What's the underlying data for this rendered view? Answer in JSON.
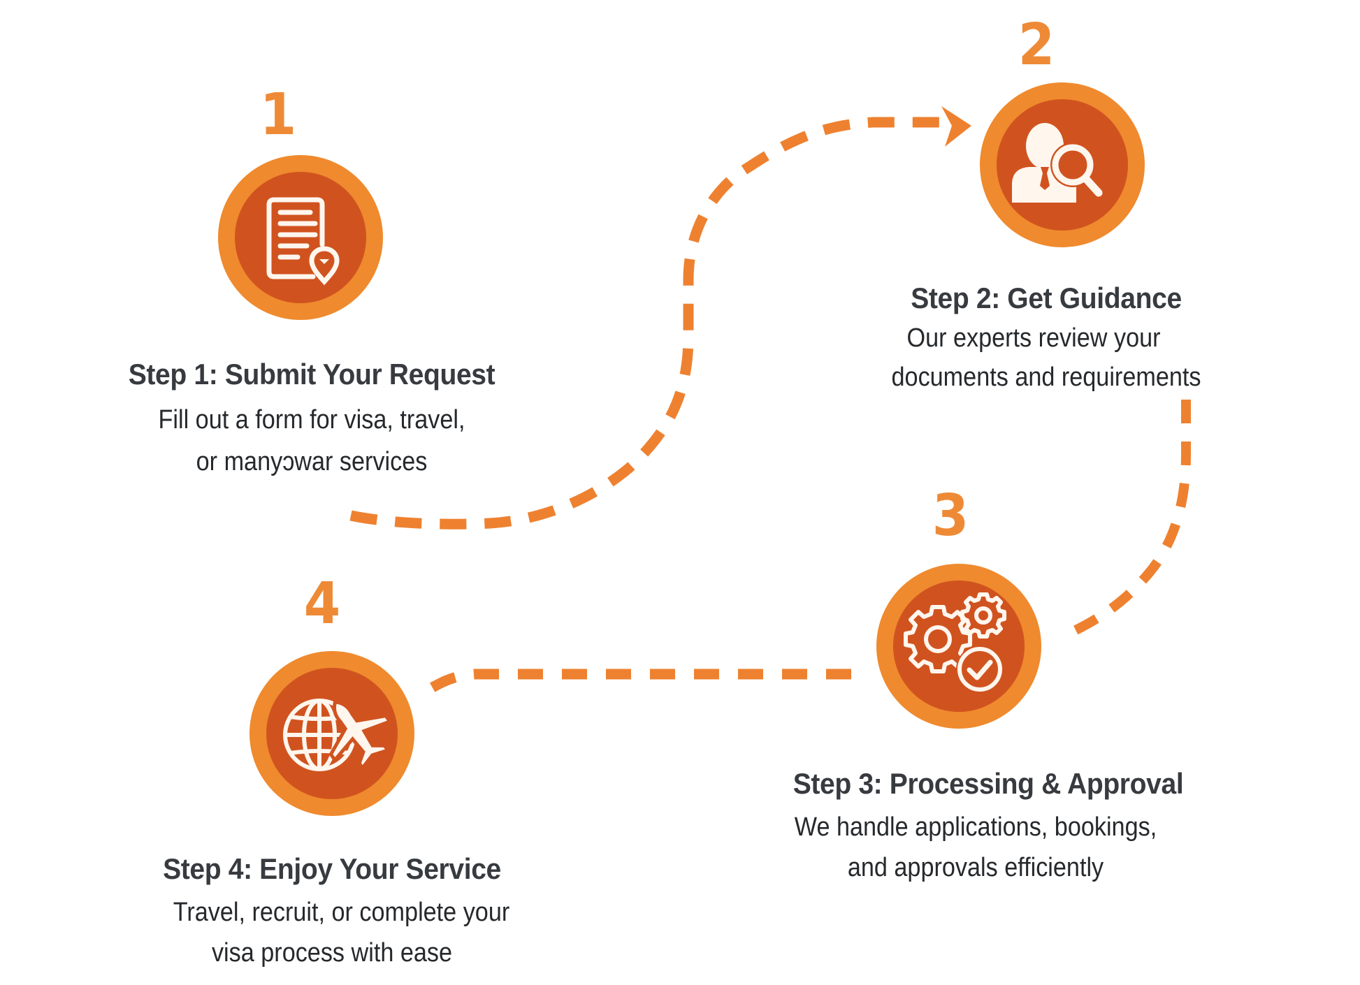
{
  "theme": {
    "accent": "#EF8A2E",
    "accent_dark": "#D0531F",
    "path_color": "#EE8130",
    "icon_color": "#FFF6EE",
    "title_color": "#373B3F",
    "text_color": "#26292C"
  },
  "steps": [
    {
      "number": "1",
      "icon": "document-form-icon",
      "title": "Step 1: Submit Your Request",
      "description": [
        "Fill out a form for visa, travel,",
        "or manyɔwar services"
      ]
    },
    {
      "number": "2",
      "icon": "person-search-icon",
      "title": "Step 2: Get Guidance",
      "description": [
        "Our experts review your",
        "documents and requirements"
      ]
    },
    {
      "number": "3",
      "icon": "gears-check-icon",
      "title": "Step 3: Processing & Approval",
      "description": [
        "We handle applications, bookings,",
        "and approvals efficiently"
      ]
    },
    {
      "number": "4",
      "icon": "globe-plane-icon",
      "title": "Step 4: Enjoy Your Service",
      "description": [
        "Travel, recruit, or complete your",
        "visa process with ease"
      ]
    }
  ],
  "connectors": [
    {
      "from": "1",
      "to": "2",
      "style": "dashed",
      "arrowhead": true
    },
    {
      "from": "2",
      "to": "3",
      "style": "dashed",
      "arrowhead": false
    },
    {
      "from": "3",
      "to": "4",
      "style": "dashed",
      "arrowhead": false
    }
  ]
}
